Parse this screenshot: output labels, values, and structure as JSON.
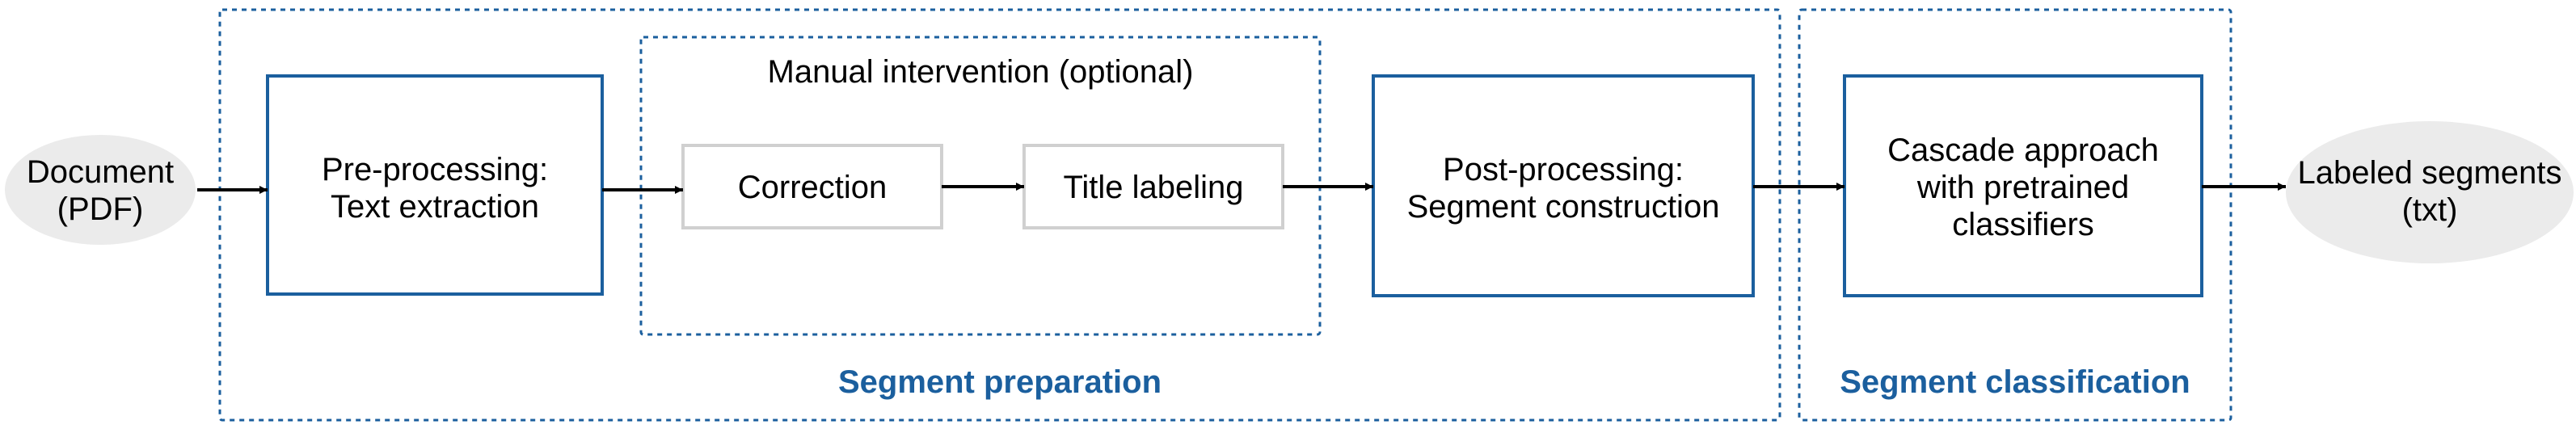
{
  "colors": {
    "primary": "#1b5f9e",
    "ellipse_fill": "#ebebeb",
    "light_box_stroke": "#d0d0d0",
    "edge": "#000000"
  },
  "nodes": {
    "document": [
      "Document",
      "(PDF)"
    ],
    "preprocessing": [
      "Pre-processing:",
      "Text extraction"
    ],
    "correction": [
      "Correction"
    ],
    "title_labeling": [
      "Title labeling"
    ],
    "postprocessing": [
      "Post-processing:",
      "Segment construction"
    ],
    "cascade": [
      "Cascade approach",
      "with pretrained",
      "classifiers"
    ],
    "labeled_segments": [
      "Labeled segments",
      "(txt)"
    ]
  },
  "groups": {
    "manual_intervention": "Manual intervention (optional)",
    "segment_preparation": "Segment preparation",
    "segment_classification": "Segment classification"
  }
}
